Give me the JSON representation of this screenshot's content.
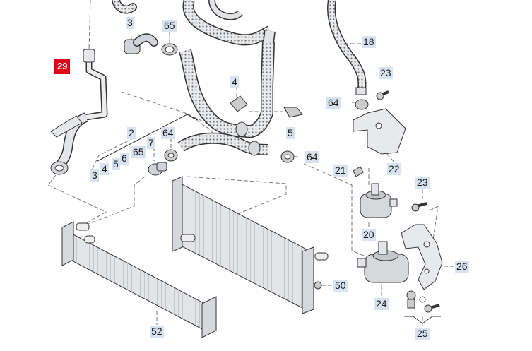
{
  "colors": {
    "highlight": "#e2001a",
    "label_bg": "#d8e3ef",
    "part_fill": "#c9ccd1",
    "part_stroke": "#333333",
    "leader": "#777777"
  },
  "highlighted_part": "29",
  "labels": {
    "p3_top": "3",
    "p65_top": "65",
    "p18": "18",
    "p29": "29",
    "p4_mid": "4",
    "p23_top": "23",
    "p64_right": "64",
    "p5_mid": "5",
    "p2": "2",
    "p64_mid": "64",
    "p7": "7",
    "p65_mid": "65",
    "p6": "6",
    "p5_low": "5",
    "p4_low": "4",
    "p3_low": "3",
    "p64_low": "64",
    "p21": "21",
    "p22": "22",
    "p23_low": "23",
    "p20": "20",
    "p26": "26",
    "p50": "50",
    "p24": "24",
    "p52": "52",
    "p25": "25"
  }
}
